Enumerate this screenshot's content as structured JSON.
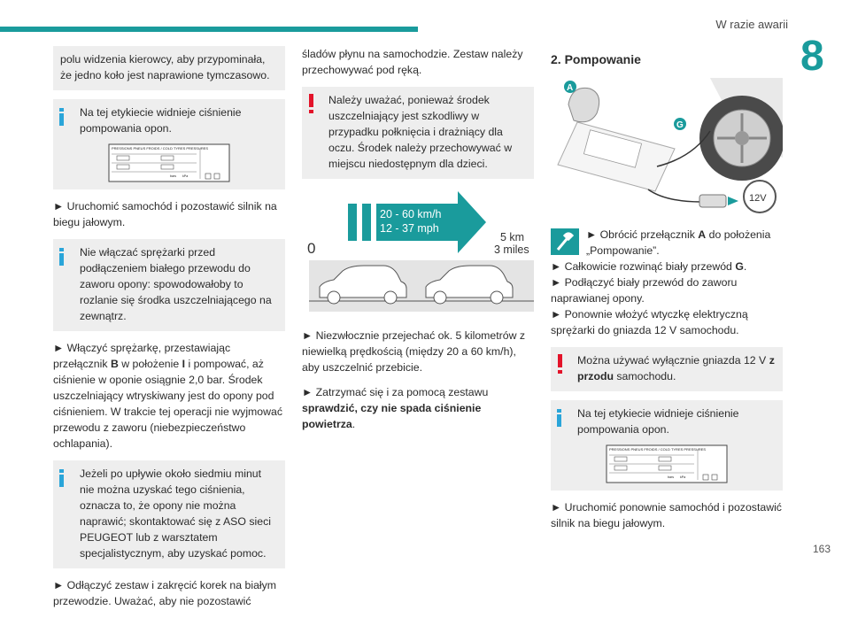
{
  "header": {
    "section": "W razie awarii",
    "chapter": "8"
  },
  "page_number": "163",
  "col1": {
    "p1": "polu widzenia kierowcy, aby przypominała, że jedno koło jest naprawione tymczasowo.",
    "info1": "Na tej etykiecie widnieje ciśnienie pompowania opon.",
    "label_text": {
      "top": "PRESSIONS PNEUS FROIDS / COLD TYRES PRESSURES",
      "bar": "bars",
      "kpa": "kPa"
    },
    "p2": "► Uruchomić samochód i pozostawić silnik na biegu jałowym.",
    "info2": "Nie włączać sprężarki przed podłączeniem białego przewodu do zaworu opony: spowodowałoby to rozlanie się środka uszczelniającego na zewnątrz.",
    "p3_a": "► Włączyć sprężarkę, przestawiając przełącznik ",
    "p3_b": "B",
    "p3_c": " w położenie ",
    "p3_d": "I",
    "p3_e": " i pompować, aż ciśnienie w oponie osiągnie 2,0 bar. Środek uszczelniający wtryskiwany jest do opony pod ciśnieniem. W trakcie tej operacji nie wyjmować przewodu z zaworu (niebezpieczeństwo ochlapania).",
    "info3": "Jeżeli po upływie około siedmiu minut nie można uzyskać tego ciśnienia, oznacza to, że opony nie można naprawić; skontaktować się z ASO sieci PEUGEOT lub z warsztatem specjalistycznym, aby uzyskać pomoc.",
    "p4": "► Odłączyć zestaw i zakręcić korek na białym przewodzie. Uważać, aby nie pozostawić"
  },
  "col2": {
    "p1": "śladów płynu na samochodzie. Zestaw należy przechowywać pod ręką.",
    "warn1": "Należy uważać, ponieważ środek uszczelniający jest szkodliwy w przypadku połknięcia i drażniący dla oczu. Środek należy przechowywać w miejscu niedostępnym dla dzieci.",
    "diagram": {
      "speed_kmh": "20 - 60 km/h",
      "speed_mph": "12 - 37 mph",
      "start": "0",
      "dist_km": "5 km",
      "dist_miles": "3 miles"
    },
    "p2": "► Niezwłocznie przejechać ok. 5 kilometrów z niewielką prędkością (między 20 a 60 km/h), aby uszczelnić przebicie.",
    "p3_a": "► Zatrzymać się i za pomocą zestawu ",
    "p3_b": "sprawdzić, czy nie spada ciśnienie powietrza",
    "p3_c": "."
  },
  "col3": {
    "heading": "2. Pompowanie",
    "illus": {
      "label_a": "A",
      "label_g": "G",
      "socket": "12V"
    },
    "s1_a": "► Obrócić przełącznik ",
    "s1_b": "A",
    "s1_c": " do położenia „Pompowanie”.",
    "s2_a": "► Całkowicie rozwinąć biały przewód ",
    "s2_b": "G",
    "s2_c": ".",
    "s3": "► Podłączyć biały przewód do zaworu naprawianej opony.",
    "s4": "► Ponownie włożyć wtyczkę elektryczną sprężarki do gniazda 12 V samochodu.",
    "warn_a": "Można używać wyłącznie gniazda 12 V ",
    "warn_b": "z przodu",
    "warn_c": " samochodu.",
    "info1": "Na tej etykiecie widnieje ciśnienie pompowania opon.",
    "p_last": "► Uruchomić ponownie samochód i pozostawić silnik na biegu jałowym."
  },
  "colors": {
    "teal": "#1a9b9c",
    "info_blue": "#2aa5d9",
    "warn_red": "#e3132a",
    "box_grey": "#eeeeee"
  },
  "icons": [
    "info-icon",
    "warning-icon",
    "tool-icon",
    "car-icon",
    "arrow-icon"
  ]
}
